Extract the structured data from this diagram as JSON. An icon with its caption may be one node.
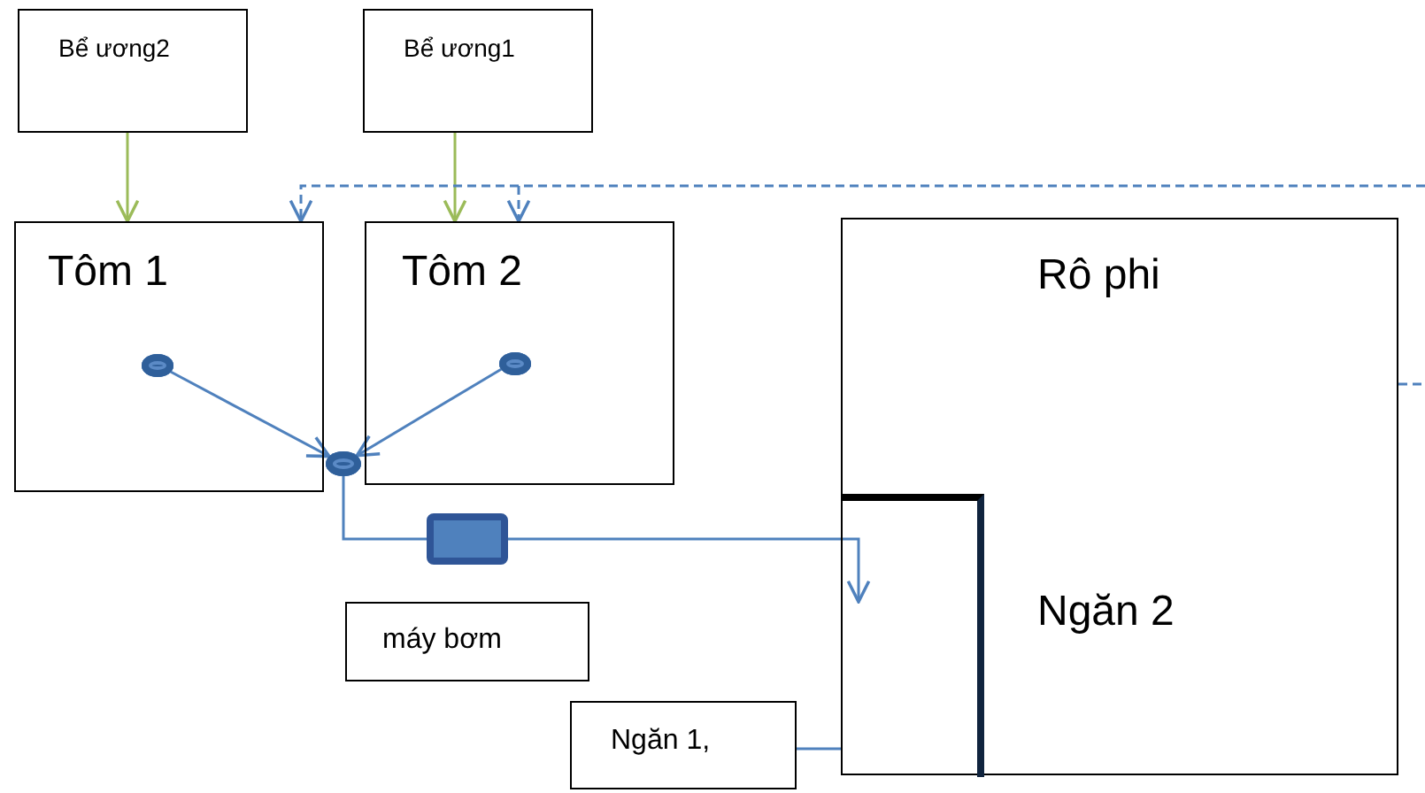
{
  "diagram": {
    "nodes": [
      {
        "text": [
          "Bể ương2"
        ]
      },
      {
        "text": [
          "Bể ương1"
        ]
      },
      {
        "text": [
          "Tôm 1"
        ]
      },
      {
        "text": [],
        "shape": "circle",
        "in": 2
      },
      {
        "text": [
          "Tôm 2"
        ]
      },
      {
        "text": [],
        "shape": "circle",
        "in": 4
      },
      {
        "text": [
          "Rô phi",
          "Ngăn 2"
        ]
      },
      {
        "text": [],
        "shape": "box",
        "in": 6
      },
      {
        "text": [],
        "shape": "circle"
      },
      {
        "text": [],
        "shape": "box"
      },
      {
        "text": [
          "máy bơm"
        ]
      },
      {
        "text": [
          "Ngăn 1,"
        ]
      }
    ],
    "edges": [
      {
        "from": 0,
        "to": 2,
        "arrow": "to",
        "color": "#9bbb59"
      },
      {
        "from": 1,
        "to": 4,
        "arrow": "to",
        "color": "#9bbb59"
      },
      {
        "from": null,
        "to": 2,
        "arrow": "to",
        "style": "dashed"
      },
      {
        "from": null,
        "to": 4,
        "arrow": "to",
        "style": "dashed"
      },
      {
        "from": 6,
        "to": null,
        "arrow": "none",
        "style": "dashed"
      },
      {
        "from": 3,
        "to": 8,
        "arrow": "to"
      },
      {
        "from": 5,
        "to": 8,
        "arrow": "to"
      },
      {
        "from": 8,
        "to": 9,
        "arrow": "none"
      },
      {
        "from": 9,
        "to": 7,
        "arrow": "to"
      },
      {
        "from": 11,
        "to": 7,
        "arrow": "none"
      }
    ]
  }
}
